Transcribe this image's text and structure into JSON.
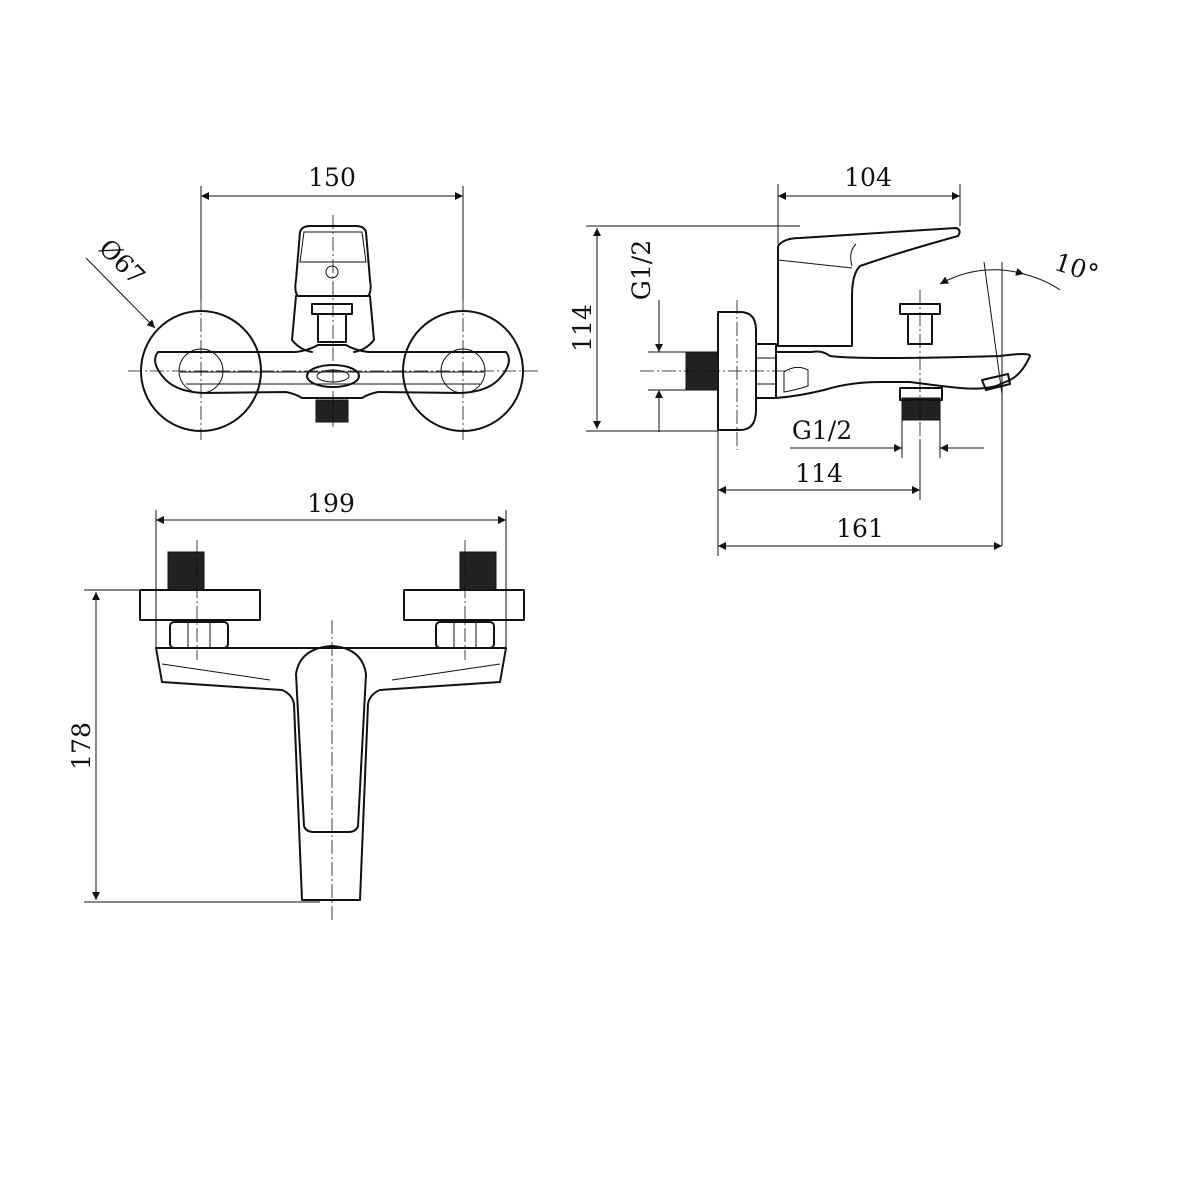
{
  "top_view": {
    "width_label": "150",
    "diameter_label": "Ø67"
  },
  "side_view": {
    "depth_label": "104",
    "height_label": "114",
    "angle_label": "10°",
    "inlet_thread_label": "G1/2",
    "outlet_thread_label": "G1/2",
    "outlet_distance_label": "114",
    "total_depth_label": "161"
  },
  "front_view": {
    "width_label": "199",
    "height_label": "178"
  }
}
